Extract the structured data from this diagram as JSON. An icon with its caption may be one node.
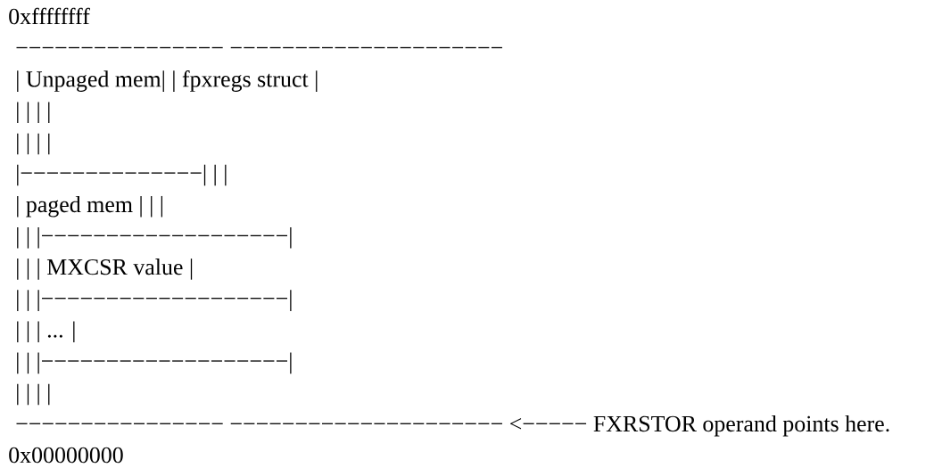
{
  "diagram": {
    "labels": [
      "0xffffffff",
      "−−−−−−−−−−−−−−−− −−−−−−−−−−−−−−−−−−−−−",
      "| Unpaged mem| | fpxregs struct |",
      "| | | |",
      "| | | |",
      "|−−−−−−−−−−−−−−| | |",
      "| paged mem | | |",
      "| | |−−−−−−−−−−−−−−−−−−−|",
      "| | | MXCSR value |",
      "| | |−−−−−−−−−−−−−−−−−−−|",
      "| | | ... |",
      "| | |−−−−−−−−−−−−−−−−−−−|",
      "| | | |",
      "−−−−−−−−−−−−−−−− −−−−−−−−−−−−−−−−−−−−− <−−−−− FXRSTOR operand points here.",
      "0x00000000"
    ]
  }
}
